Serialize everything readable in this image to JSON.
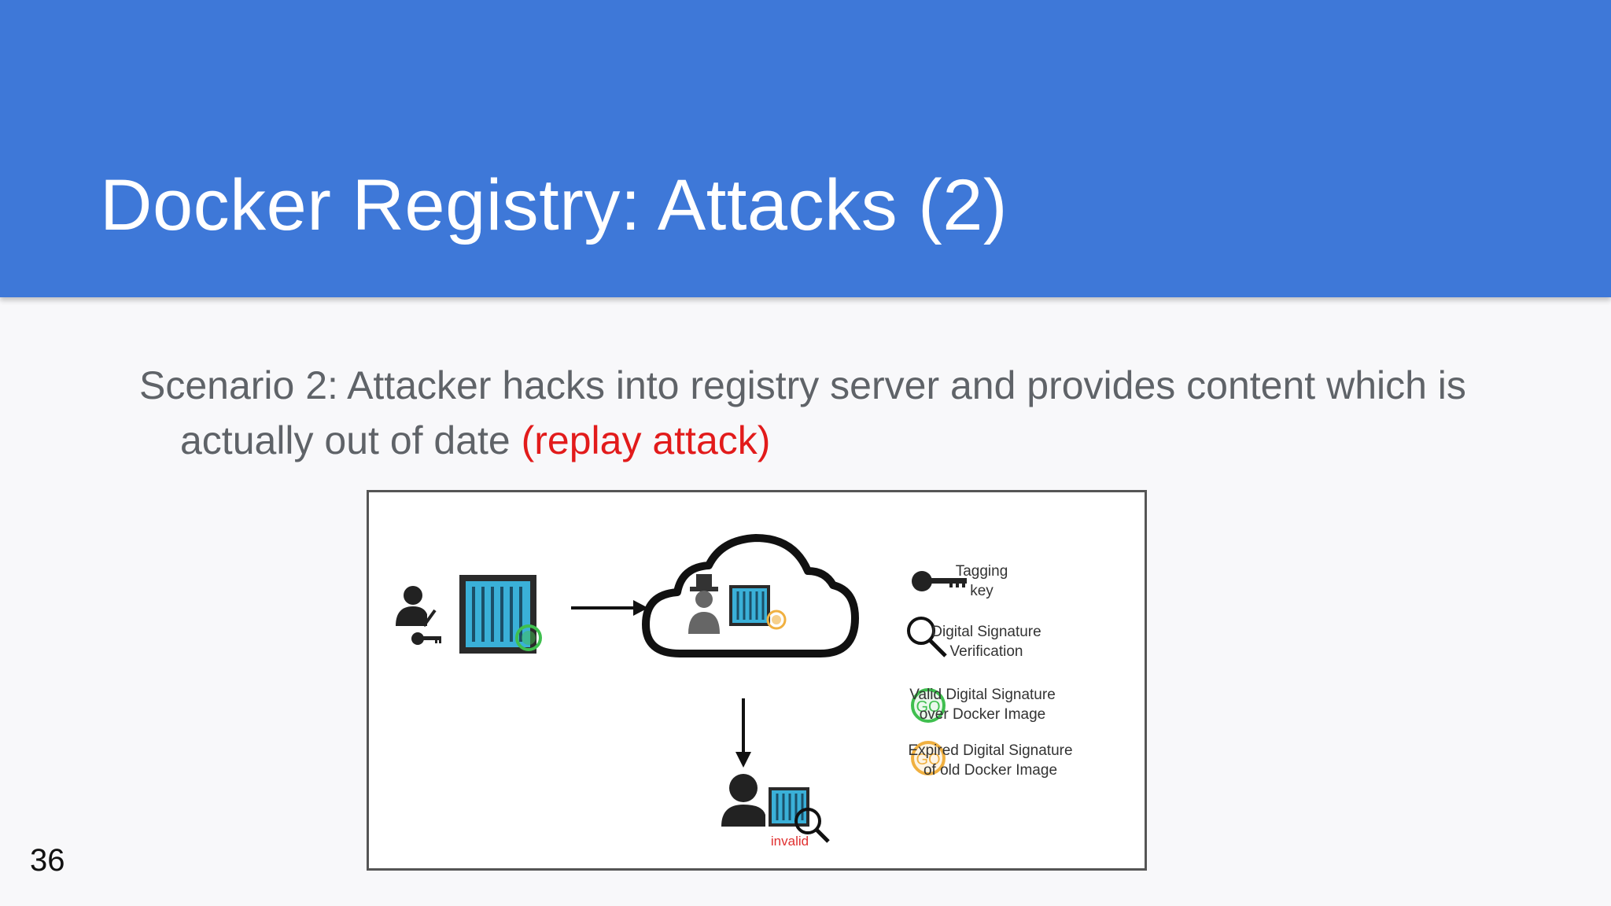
{
  "slide": {
    "title": "Docker Registry: Attacks (2)",
    "body_line1": "Scenario 2: Attacker hacks into registry server and provides content which is",
    "body_line2_plain": "actually out of date ",
    "body_line2_highlight": "(replay attack)",
    "page_number": "36"
  },
  "figure": {
    "legend": [
      {
        "line1": "Tagging",
        "line2": "key",
        "icon": "key-icon"
      },
      {
        "line1": "Digital Signature",
        "line2": "Verification",
        "icon": "magnifier-icon"
      },
      {
        "line1": "Valid Digital Signature",
        "line2": "over Docker Image",
        "icon": "go-green-badge-icon"
      },
      {
        "line1": "Expired Digital Signature",
        "line2": "of old Docker Image",
        "icon": "go-orange-badge-icon"
      }
    ],
    "badge_text": "GO",
    "invalid_label": "invalid",
    "colors": {
      "container": "#3ab0d8",
      "valid": "#3fbf4f",
      "expired": "#f0b040",
      "invalid": "#e03030"
    }
  }
}
